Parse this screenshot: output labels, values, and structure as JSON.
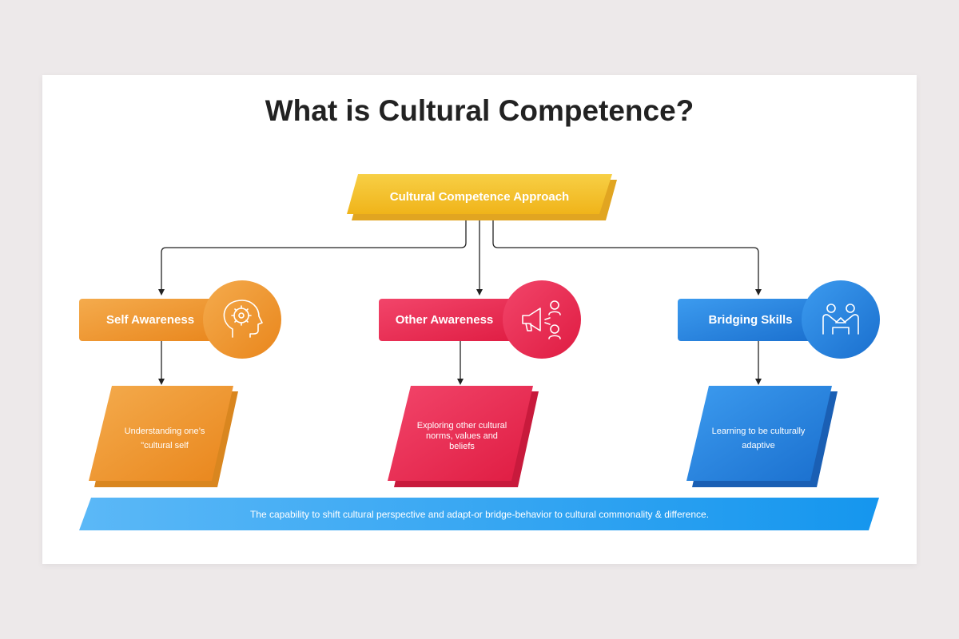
{
  "title": "What is Cultural Competence?",
  "root": {
    "label": "Cultural Competence Approach"
  },
  "branches": [
    {
      "label": "Self Awareness",
      "description": [
        "Understanding one’s",
        "\"cultural self"
      ],
      "icon": "head-gears-icon",
      "color": "#f0962f"
    },
    {
      "label": "Other Awareness",
      "description": [
        "Exploring other cultural",
        "norms, values and",
        "beliefs"
      ],
      "icon": "megaphone-people-icon",
      "color": "#e8284f"
    },
    {
      "label": "Bridging Skills",
      "description": [
        "Learning to be culturally",
        "adaptive"
      ],
      "icon": "handshake-people-icon",
      "color": "#2b86e0"
    }
  ],
  "summary": "The capability to shift cultural perspective and adapt-or bridge-behavior to cultural commonality & difference."
}
